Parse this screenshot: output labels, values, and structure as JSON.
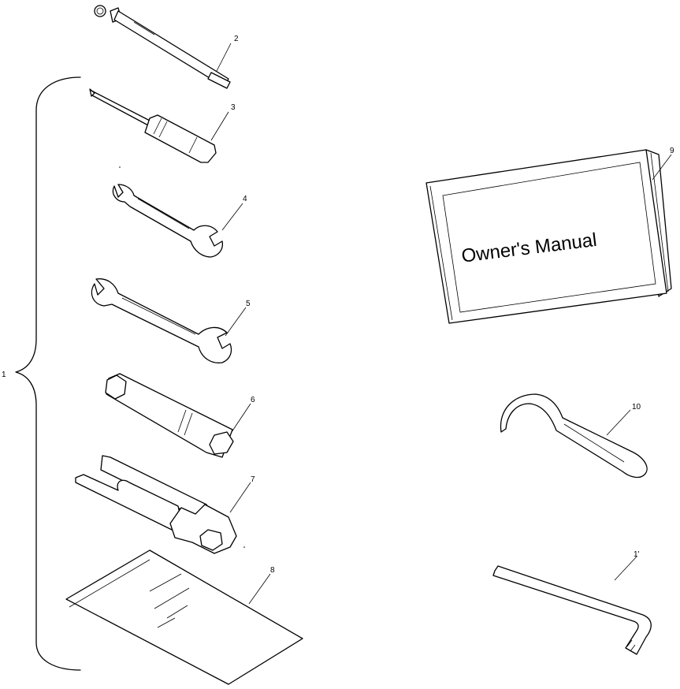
{
  "callouts": {
    "kit": "1",
    "driver_handle": "2",
    "screwdriver": "3",
    "small_wrench": "4",
    "large_wrench": "5",
    "socket_wrench": "6",
    "wrench_holder": "7",
    "tool_bag": "8",
    "owners_manual": "9",
    "spanner_wrench": "10",
    "hex_key": "1'"
  },
  "manual": {
    "title": "Owner's Manual"
  }
}
